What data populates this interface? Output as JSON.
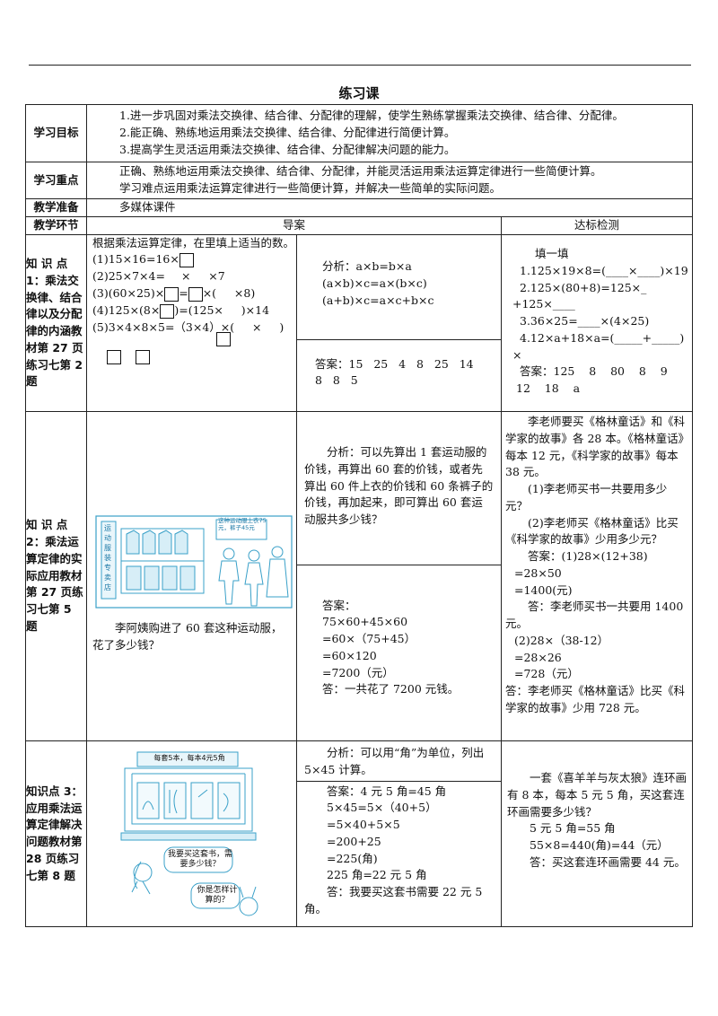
{
  "doc_title": "练习课",
  "goals_label": "学习目标",
  "goals": [
    "1.进一步巩固对乘法交换律、结合律、分配律的理解，使学生熟练掌握乘法交换律、结合律、分配律。",
    "2.能正确、熟练地运用乘法交换律、结合律、分配律进行简便计算。",
    "3.提高学生灵活运用乘法交换律、结合律、分配律解决问题的能力。"
  ],
  "focus_label": "学习重点",
  "focus": [
    "正确、熟练地运用乘法交换律、结合律、分配律，并能灵活运用乘法运算定律进行一些简便计算。",
    "学习难点运用乘法运算定律进行一些简便计算，并解决一些简单的实际问题。"
  ],
  "prep_label": "教学准备",
  "prep_value": "多媒体课件",
  "header": {
    "stage": "教学环节",
    "guide": "导案",
    "check": "达标检测"
  },
  "kp1": {
    "label": "知 识 点 1：乘法交换律、结合律以及分配律的内涵教材第 27 页练习七第 2 题",
    "prompt": "根据乘法运算定律，在里填上适当的数。",
    "items": [
      "(1)15×16=16×",
      "(2)25×7×4=",
      "(3)(60×25)×",
      "(4)125×(8×",
      "(5)3×4×8×5=（3×4）×"
    ],
    "item2_rest": "×     ×7",
    "item3_mid": "=",
    "item3_rest": "×(     ×8)",
    "item4_rest": ")=(125×     )×14",
    "item5_rest": "(     ×     )",
    "analysis_title": "分析：a×b=b×a",
    "analysis_lines": [
      "(a×b)×c=a×(b×c)",
      "(a+b)×c=a×c+b×c"
    ],
    "answer_line1": "答案：15   25   4   8   25   14",
    "answer_line2": "8   8   5",
    "check_title": "填一填",
    "check_lines": [
      "1.125×19×8=(____×____)×19",
      "2.125×(80+8)=125×_",
      "+125×____",
      "3.36×25=____×(4×25)",
      "4.12×a+18×a=(_____+_____)",
      "×"
    ],
    "check_answer1": "答案：125    8    80    8    9",
    "check_answer2": "12    18    a"
  },
  "kp2": {
    "label": "知 识 点 2：乘法运算定律的实际应用教材第 27 页练习七第 5 题",
    "sign_vertical": "运动服装专卖店",
    "sign_board": "这种运动服上衣75元，裤子45元",
    "question": "李阿姨购进了 60 套这种运动服，花了多少钱？",
    "analysis": "分析：可以先算出 1 套运动服的价钱，再算出 60 套的价钱，或者先算出 60 件上衣的价钱和 60 条裤子的价钱，再加起来，即可算出 60 套运动服共多少钱？",
    "answer_lines": [
      "答案：",
      "75×60+45×60",
      "=60×（75+45）",
      "=60×120",
      "=7200（元）",
      "答：一共花了 7200 元钱。"
    ],
    "check_problem": "李老师要买《格林童话》和《科学家的故事》各 28 本。《格林童话》每本 12 元，《科学家的故事》每本 38 元。",
    "check_q1": "(1)李老师买书一共要用多少元？",
    "check_q2": "(2)李老师买《格林童话》比买《科学家的故事》少用多少元？",
    "check_ans": [
      "答案：(1)28×(12+38)",
      "=28×50",
      "=1400(元)"
    ],
    "check_ans_text1": "答：李老师买书一共要用 1400 元。",
    "check_ans2": [
      "(2)28×（38-12）",
      "=28×26",
      "=728（元）"
    ],
    "check_ans_text2": "答：李老师买《格林童话》比买《科学家的故事》少用 728 元。"
  },
  "kp3": {
    "label": "知识点 3：应用乘法运算定律解决问题教材第 28 页练习七第 8 题",
    "sign": "每套5本，每本4元5角",
    "bubble1": "我要买这套书，需要多少钱？",
    "bubble2": "你是怎样计算的？",
    "analysis": "分析：可以用“角”为单位，列出 5×45 计算。",
    "answer_lines": [
      "答案：4 元 5 角=45 角",
      "5×45=5×（40+5）",
      "=5×40+5×5",
      "=200+25",
      "=225(角)",
      "225 角=22 元 5 角"
    ],
    "answer_text": "答：我要买这套书需要 22 元 5 角。",
    "check_problem": "一套《喜羊羊与灰太狼》连环画有 8 本，每本 5 元 5 角，买这套连环画需要多少钱？",
    "check_lines": [
      "5 元 5 角=55 角",
      "55×8=440(角)=44（元）"
    ],
    "check_text": "答：买这套连环画需要 44 元。"
  }
}
